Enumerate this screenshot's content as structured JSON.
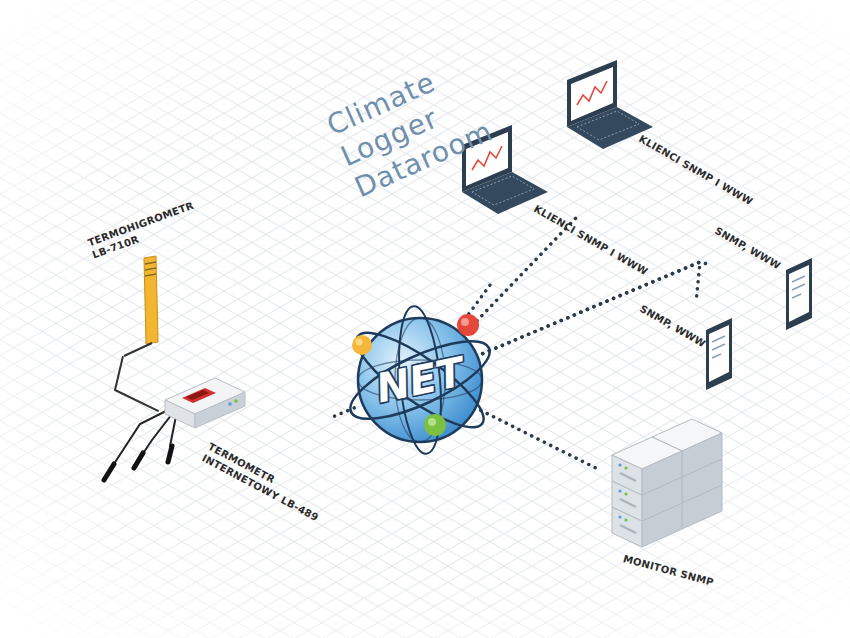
{
  "diagram": {
    "title": "Climate Logger Dataroom",
    "nodes": [
      {
        "text": [
          "TERMOHIGROMETR LB-710R"
        ]
      },
      {
        "text": [
          "TERMOMETR INTERNETOWY LB-489"
        ]
      },
      {
        "text": [
          "NET"
        ]
      },
      {
        "text": [
          "KLIENCI SNMP I WWW"
        ]
      },
      {
        "text": [
          "KLIENCI SNMP I WWW"
        ]
      },
      {
        "text": [
          "SNMP, WWW"
        ]
      },
      {
        "text": [
          "SNMP, WWW"
        ]
      },
      {
        "text": [
          "MONITOR SNMP"
        ]
      }
    ],
    "edges": [
      {
        "from": 0,
        "to": 1,
        "arrow": "none"
      },
      {
        "from": 1,
        "to": 2,
        "arrow": "none"
      },
      {
        "from": 2,
        "to": 3,
        "arrow": "none"
      },
      {
        "from": 2,
        "to": 4,
        "arrow": "none"
      },
      {
        "from": 2,
        "to": 5,
        "arrow": "none"
      },
      {
        "from": 2,
        "to": 6,
        "arrow": "none"
      },
      {
        "from": 2,
        "to": 7,
        "arrow": "none"
      }
    ]
  }
}
